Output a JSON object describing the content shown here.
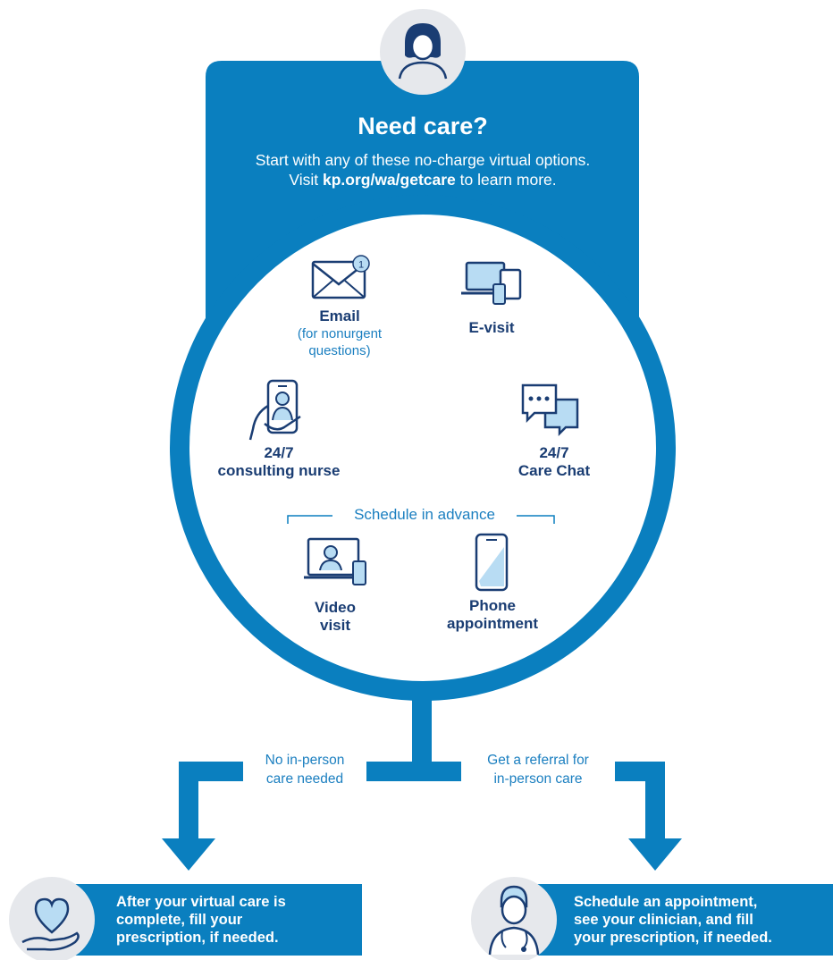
{
  "header": {
    "title": "Need care?",
    "subtitle_line1": "Start with any of these no-charge virtual options.",
    "subtitle_visit": "Visit",
    "subtitle_link": "kp.org/wa/getcare",
    "subtitle_end": "to learn more."
  },
  "options": {
    "email": {
      "label": "Email",
      "note_line1": "(for nonurgent",
      "note_line2": "questions)",
      "badge": "1",
      "icon": "envelope-icon"
    },
    "evisit": {
      "label": "E-visit",
      "icon": "laptop-tablet-icon"
    },
    "nurse": {
      "label_line1": "24/7",
      "label_line2": "consulting nurse",
      "icon": "phone-nurse-icon"
    },
    "carechat": {
      "label_line1": "24/7",
      "label_line2": "Care Chat",
      "icon": "chat-bubbles-icon"
    },
    "schedule_label": "Schedule in advance",
    "video": {
      "label_line1": "Video",
      "label_line2": "visit",
      "icon": "video-visit-icon"
    },
    "phone": {
      "label_line1": "Phone",
      "label_line2": "appointment",
      "icon": "mobile-phone-icon"
    }
  },
  "branches": {
    "left_line1": "No in-person",
    "left_line2": "care needed",
    "right_line1": "Get a referral for",
    "right_line2": "in-person care"
  },
  "results": {
    "left": {
      "line1": "After your virtual care is",
      "line2": "complete, fill your",
      "line3": "prescription, if needed.",
      "icon": "heart-in-hand-icon"
    },
    "right": {
      "line1": "Schedule an appointment,",
      "line2": "see your clinician, and fill",
      "line3": "your prescription, if needed.",
      "icon": "doctor-icon"
    }
  },
  "colors": {
    "primary": "#0a7fbf",
    "navy": "#1a3d73",
    "light_blue": "#b8dcf3",
    "icon_bg": "#e6e8ec"
  }
}
